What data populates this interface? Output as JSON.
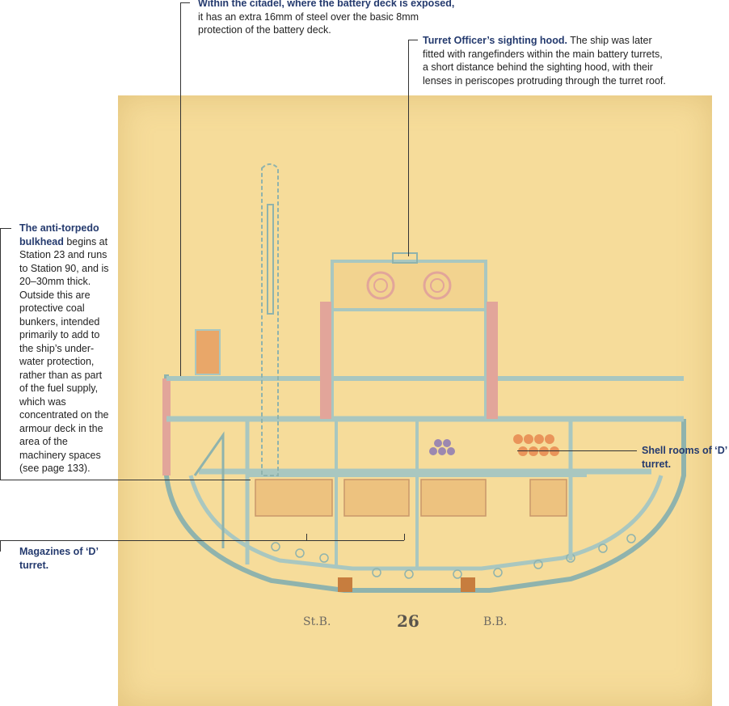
{
  "annotations": {
    "battery_deck": {
      "heading": "Within the citadel, where the battery deck is exposed,",
      "line1": "it has an extra 16mm of steel over the basic 8mm",
      "line2": "protection of the battery deck."
    },
    "sighting_hood": {
      "heading": "Turret Officer’s sighting hood.",
      "line1": "The ship was later",
      "line2": "fitted with rangefinders within the main battery turrets,",
      "line3": "a short distance behind the sighting hood, with their",
      "line4": "lenses in periscopes protruding through the turret roof."
    },
    "bulkhead": {
      "heading_1": "The anti-torpedo",
      "heading_2": "bulkhead",
      "lines": [
        "begins at",
        "Station 23 and runs",
        "to Station 90, and is",
        "20–30mm thick.",
        "Outside this are",
        "protective coal",
        "bunkers, intended",
        "primarily to add to",
        "the ship’s under-",
        "water protection,",
        "rather than as part",
        "of the fuel supply,",
        "which was",
        "concentrated on the",
        "armour deck in the",
        "area of the",
        "machinery spaces",
        "(see page 133)."
      ]
    },
    "shell_rooms": {
      "line1": "Shell rooms of ‘D’",
      "line2": "turret."
    },
    "magazines": {
      "line1": "Magazines of ‘D’",
      "line2": "turret."
    }
  },
  "plate": {
    "left_label": "St.B.",
    "number": "26",
    "right_label": "B.B."
  },
  "colors": {
    "paper": "#f6dc9a",
    "structure": "#a9c7c0",
    "armour": "#e2a59a",
    "shells": "#e9945a",
    "heading": "#243a6e"
  }
}
